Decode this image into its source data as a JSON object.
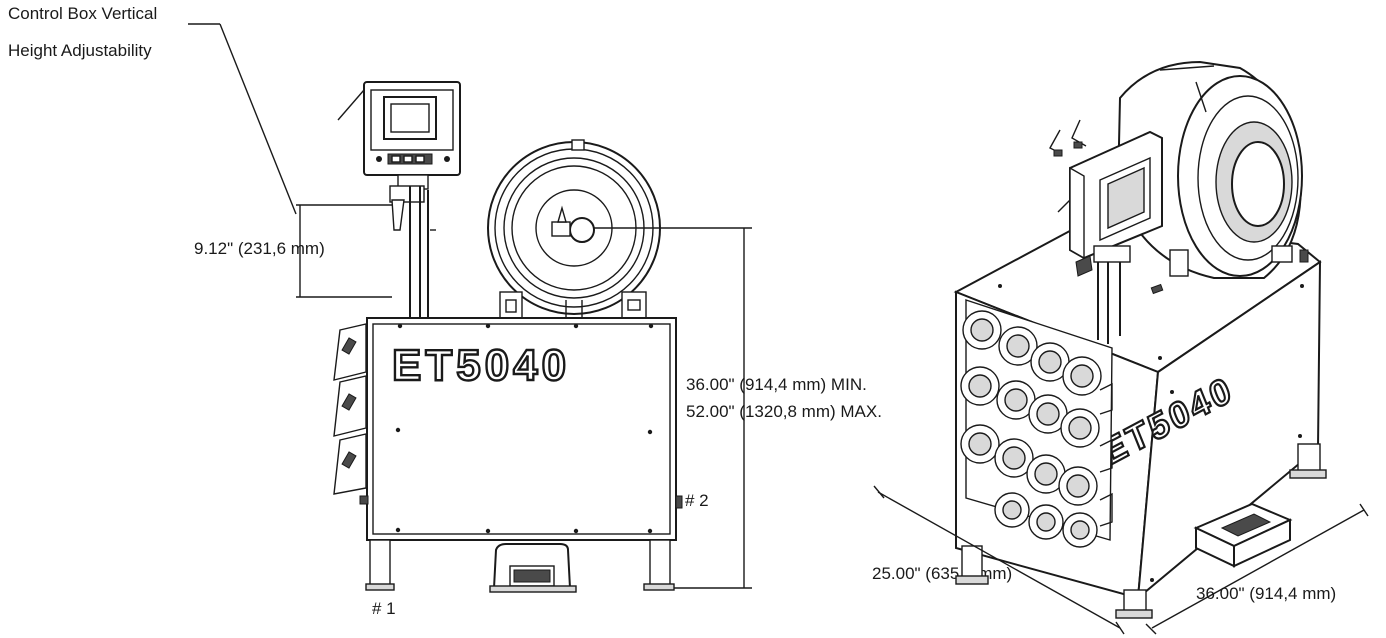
{
  "labels": {
    "callout_line1": "Control Box Vertical",
    "callout_line2": "Height Adjustability",
    "adjust_dim": "9.12\" (231,6 mm)",
    "height_min": "36.00\" (914,4 mm) MIN.",
    "height_max": "52.00\" (1320,8 mm) MAX.",
    "marker_2": "# 2",
    "marker_1": "# 1",
    "depth_dim": "25.00\" (635,0 mm)",
    "width_dim": "36.00\" (914,4 mm)"
  },
  "machine": {
    "front_model": "ET5040",
    "iso_model": "ET5040"
  },
  "colors": {
    "line": "#1a1a1a",
    "fill": "#ffffff",
    "shade": "#d9d9d9",
    "dark": "#4a4a4a"
  }
}
